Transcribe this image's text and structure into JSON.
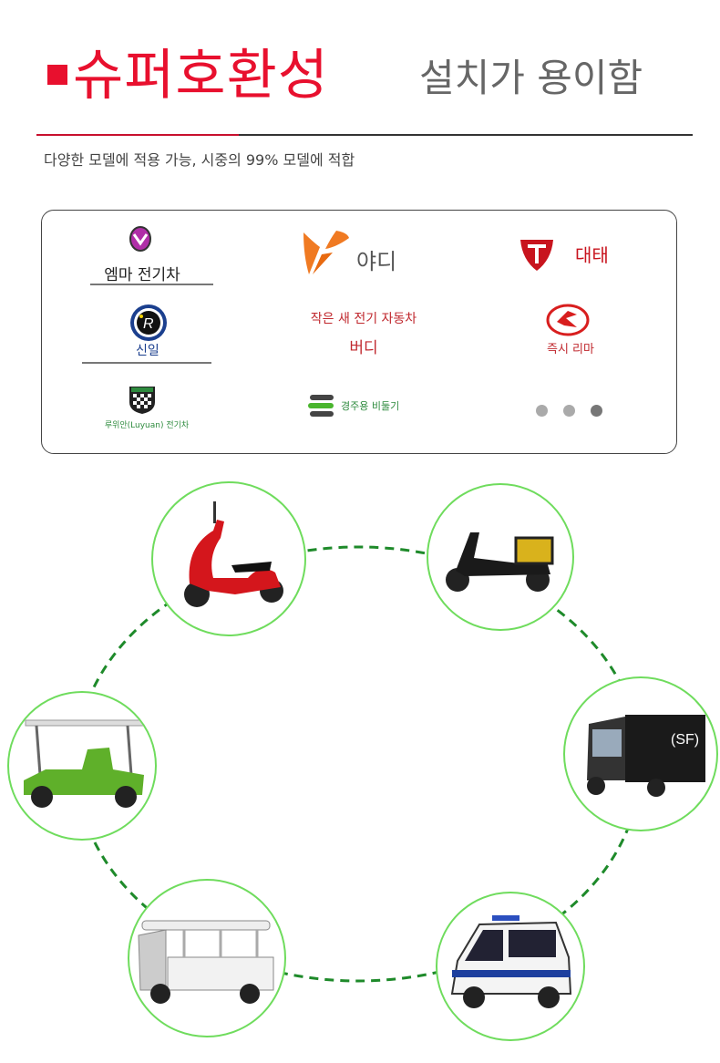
{
  "header": {
    "title": "슈퍼호환성",
    "subtitle": "설치가 용이함",
    "description": "다양한 모델에 적용 가능, 시중의 99% 모델에 적합"
  },
  "colors": {
    "accent": "#e8102e",
    "circle_border": "#6fdc5d",
    "dash": "#1e8a2a"
  },
  "brands": [
    {
      "name": "엠마 전기차",
      "icon": "emma-logo-icon"
    },
    {
      "name": "야디",
      "icon": "yadea-logo-icon"
    },
    {
      "name": "대태",
      "icon": "tailg-logo-icon"
    },
    {
      "name": "신일",
      "icon": "sunra-logo-icon"
    },
    {
      "name": "작은 새 전기 자동차",
      "sub": "버디",
      "icon": "none"
    },
    {
      "name": "즉시 리마",
      "icon": "lima-logo-icon"
    },
    {
      "name": "루위안(Luyuan) 전기차",
      "icon": "luyuan-logo-icon"
    },
    {
      "name": "경주용 비둘기",
      "icon": "pigeon-logo-icon"
    }
  ],
  "pagination": {
    "total": 3,
    "active": 3
  },
  "vehicles": [
    "red-scooter",
    "black-delivery-scooter",
    "golf-cart",
    "cargo-tricycle",
    "sightseeing-shuttle",
    "police-mini-car"
  ]
}
